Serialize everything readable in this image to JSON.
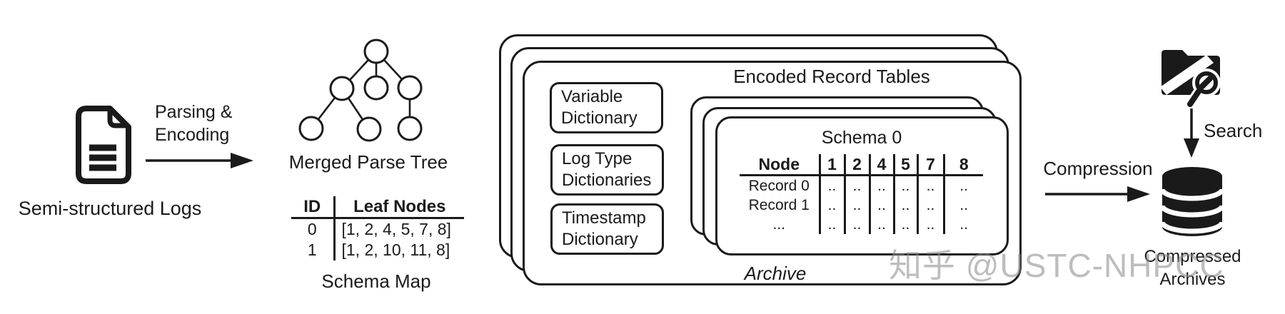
{
  "labels": {
    "semi_structured_logs": "Semi-structured Logs",
    "parsing_line1": "Parsing &",
    "parsing_line2": "Encoding",
    "merged_parse_tree": "Merged Parse Tree",
    "compression": "Compression",
    "search": "Search",
    "compressed_line1": "Compressed",
    "compressed_line2": "Archives"
  },
  "schema_map": {
    "caption": "Schema Map",
    "headers": [
      "ID",
      "Leaf Nodes"
    ],
    "rows": [
      {
        "id": "0",
        "leaf_nodes": "[1, 2, 4, 5, 7, 8]"
      },
      {
        "id": "1",
        "leaf_nodes": "[1, 2, 10, 11, 8]"
      }
    ]
  },
  "archive": {
    "title": "Encoded Record Tables",
    "caption": "Archive",
    "dictionaries": [
      {
        "line1": "Variable",
        "line2": "Dictionary"
      },
      {
        "line1": "Log Type",
        "line2": "Dictionaries"
      },
      {
        "line1": "Timestamp",
        "line2": "Dictionary"
      }
    ],
    "schema_table": {
      "title": "Schema 0",
      "node_header": "Node",
      "col_headers": [
        "1",
        "2",
        "4",
        "5",
        "7",
        "8"
      ],
      "rows": [
        {
          "label": "Record 0",
          "cells": [
            "..",
            "..",
            "..",
            "..",
            "..",
            ".."
          ]
        },
        {
          "label": "Record 1",
          "cells": [
            "..",
            "..",
            "..",
            "..",
            "..",
            ".."
          ]
        },
        {
          "label": "...",
          "cells": [
            "..",
            "..",
            "..",
            "..",
            "..",
            ".."
          ]
        }
      ]
    }
  },
  "icons": {
    "document": "document-icon",
    "folder_search": "folder-search-icon",
    "database": "database-icon"
  },
  "watermark": "知乎 @USTC-NHPCC",
  "colors": {
    "ink": "#1a1a1a",
    "watermark": "#8e8e8e",
    "background": "#ffffff"
  }
}
